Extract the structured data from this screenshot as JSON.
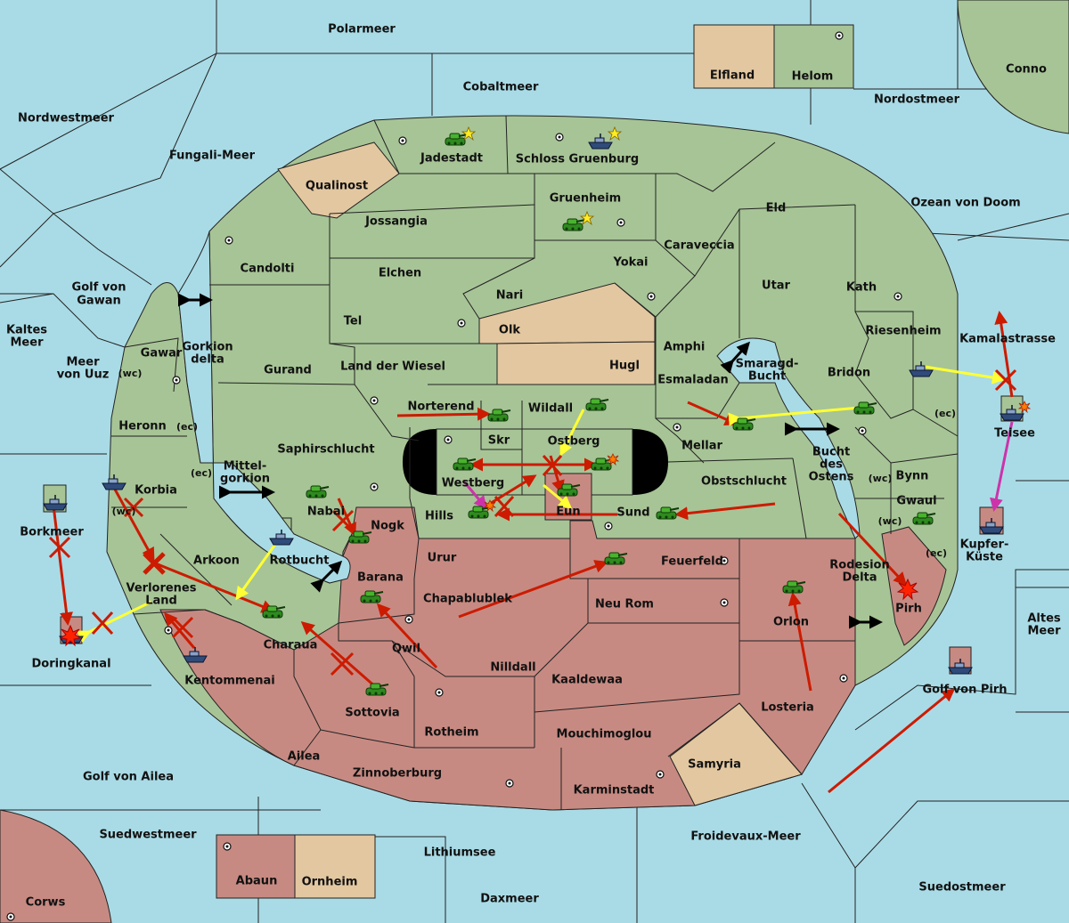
{
  "map": {
    "colors": {
      "sea": "#a9dbe6",
      "player_green": "#a7c496",
      "player_red": "#c78a82",
      "neutral": "#e3c7a0",
      "move_red": "#cc1b00",
      "support_yellow": "#ffff33",
      "convoy_magenta": "#cc33aa"
    },
    "regions": {
      "polarmeer": "Polarmeer",
      "cobaltmeer": "Cobaltmeer",
      "elfland": "Elfland",
      "helom": "Helom",
      "conno": "Conno",
      "nordostmeer": "Nordostmeer",
      "nordwestmeer": "Nordwestmeer",
      "fungali_meer": "Fungali-Meer",
      "jadestadt": "Jadestadt",
      "schloss_gruenburg": "Schloss Gruenburg",
      "qualinost": "Qualinost",
      "gruenheim": "Gruenheim",
      "jossangia": "Jossangia",
      "eld": "Eld",
      "ozean_von_doom": "Ozean von Doom",
      "caraveccia": "Caraveccia",
      "candolti": "Candolti",
      "elchen": "Elchen",
      "yokai": "Yokai",
      "golf_von_gawan": "Golf von Gawan",
      "nari": "Nari",
      "utar": "Utar",
      "kath": "Kath",
      "kaltes_meer": "Kaltes Meer",
      "tel": "Tel",
      "olk": "Olk",
      "riesenheim": "Riesenheim",
      "kamalastrasse": "Kamalastrasse",
      "meer_von_uuz": "Meer von Uuz",
      "gawar": "Gawar",
      "gawar_wc": "(wc)",
      "gorkion_delta": "Gorkion delta",
      "amphi": "Amphi",
      "smaragd_bucht": "Smaragd-Bucht",
      "gurand": "Gurand",
      "land_der_wiesel": "Land der Wiesel",
      "hugl": "Hugl",
      "bridon": "Bridon",
      "esmaladan": "Esmaladan",
      "norterend": "Norterend",
      "wildall": "Wildall",
      "heronn": "Heronn",
      "heronn_ec": "(ec)",
      "skr": "Skr",
      "ostberg": "Ostberg",
      "mellar": "Mellar",
      "teisee": "Teisee",
      "teisee_ec": "(ec)",
      "saphirschlucht": "Saphirschlucht",
      "mittelgorkion": "Mittel-gorkion",
      "westberg": "Westberg",
      "bucht_des_ostens": "Bucht des Ostens",
      "korbia": "Korbia",
      "korbia_ec": "(ec)",
      "korbia_wc": "(wc)",
      "obstschlucht": "Obstschlucht",
      "bynn": "Bynn",
      "bynn_wc": "(wc)",
      "hills": "Hills",
      "eun": "Eun",
      "sund": "Sund",
      "gwaul": "Gwaul",
      "gwaul_wc": "(wc)",
      "gwaul_ec": "(ec)",
      "nabai": "Nabai",
      "nogk": "Nogk",
      "borkmeer": "Borkmeer",
      "kupfer_kueste": "Kupfer-Küste",
      "arkoon": "Arkoon",
      "rotbucht": "Rotbucht",
      "urur": "Urur",
      "feuerfeld": "Feuerfeld",
      "rodesion_delta": "Rodesion Delta",
      "verlorenes_land": "Verlorenes Land",
      "barana": "Barana",
      "chapablublek": "Chapablublek",
      "neu_rom": "Neu Rom",
      "pirh": "Pirh",
      "orlon": "Orlon",
      "altes_meer": "Altes Meer",
      "doringkanal": "Doringkanal",
      "charaua": "Charaua",
      "qwil": "Qwil",
      "nilldall": "Nilldall",
      "kentommenai": "Kentommenai",
      "kaaldewaa": "Kaaldewaa",
      "golf_von_pirh": "Golf von Pirh",
      "sottovia": "Sottovia",
      "losteria": "Losteria",
      "rotheim": "Rotheim",
      "mouchimoglou": "Mouchimoglou",
      "ailea": "Ailea",
      "samyria": "Samyria",
      "golf_von_ailea": "Golf von Ailea",
      "zinnoberburg": "Zinnoberburg",
      "karminstadt": "Karminstadt",
      "suedwestmeer": "Suedwestmeer",
      "lithiumsee": "Lithiumsee",
      "froidevaux_meer": "Froidevaux-Meer",
      "abaun": "Abaun",
      "ornheim": "Ornheim",
      "suedostmeer": "Suedostmeer",
      "corws": "Corws",
      "daxmeer": "Daxmeer"
    },
    "units": [
      {
        "kind": "army-icon",
        "owner": "green",
        "place": "Jadestadt",
        "star": true
      },
      {
        "kind": "fleet-icon",
        "owner": "green",
        "place": "Schloss Gruenburg",
        "star": true
      },
      {
        "kind": "army-icon",
        "owner": "green",
        "place": "Gruenheim",
        "star": true
      },
      {
        "kind": "army-icon",
        "owner": "green",
        "place": "Norterend"
      },
      {
        "kind": "army-icon",
        "owner": "green",
        "place": "Wildall"
      },
      {
        "kind": "army-icon",
        "owner": "green",
        "place": "Westberg"
      },
      {
        "kind": "army-icon",
        "owner": "green",
        "place": "Ostberg"
      },
      {
        "kind": "army-icon",
        "owner": "green",
        "place": "Eun"
      },
      {
        "kind": "army-icon",
        "owner": "green",
        "place": "Hills"
      },
      {
        "kind": "army-icon",
        "owner": "green",
        "place": "Sund"
      },
      {
        "kind": "army-icon",
        "owner": "green",
        "place": "Mellar"
      },
      {
        "kind": "army-icon",
        "owner": "green",
        "place": "Bridon"
      },
      {
        "kind": "fleet-icon",
        "owner": "green",
        "place": "Riesenheim"
      },
      {
        "kind": "army-icon",
        "owner": "green",
        "place": "Gwaul"
      },
      {
        "kind": "army-icon",
        "owner": "green",
        "place": "Nabai"
      },
      {
        "kind": "army-icon",
        "owner": "green",
        "place": "Nogk"
      },
      {
        "kind": "army-icon",
        "owner": "green",
        "place": "Barana"
      },
      {
        "kind": "army-icon",
        "owner": "green",
        "place": "Urur"
      },
      {
        "kind": "army-icon",
        "owner": "green",
        "place": "Orlon"
      },
      {
        "kind": "army-icon",
        "owner": "green",
        "place": "Charaua"
      },
      {
        "kind": "army-icon",
        "owner": "green",
        "place": "Sottovia"
      },
      {
        "kind": "fleet-icon",
        "owner": "green",
        "place": "Korbia"
      },
      {
        "kind": "fleet-icon",
        "owner": "green",
        "place": "Kentommenai"
      },
      {
        "kind": "fleet-icon",
        "owner": "red",
        "place": "Borkmeer"
      },
      {
        "kind": "fleet-icon",
        "owner": "red",
        "place": "Rotbucht"
      },
      {
        "kind": "fleet-icon",
        "owner": "red",
        "place": "Doringkanal"
      },
      {
        "kind": "fleet-icon",
        "owner": "red",
        "place": "Teisee"
      },
      {
        "kind": "fleet-icon",
        "owner": "red",
        "place": "Kupfer-Küste"
      },
      {
        "kind": "fleet-icon",
        "owner": "red",
        "place": "Golf von Pirh"
      }
    ]
  }
}
